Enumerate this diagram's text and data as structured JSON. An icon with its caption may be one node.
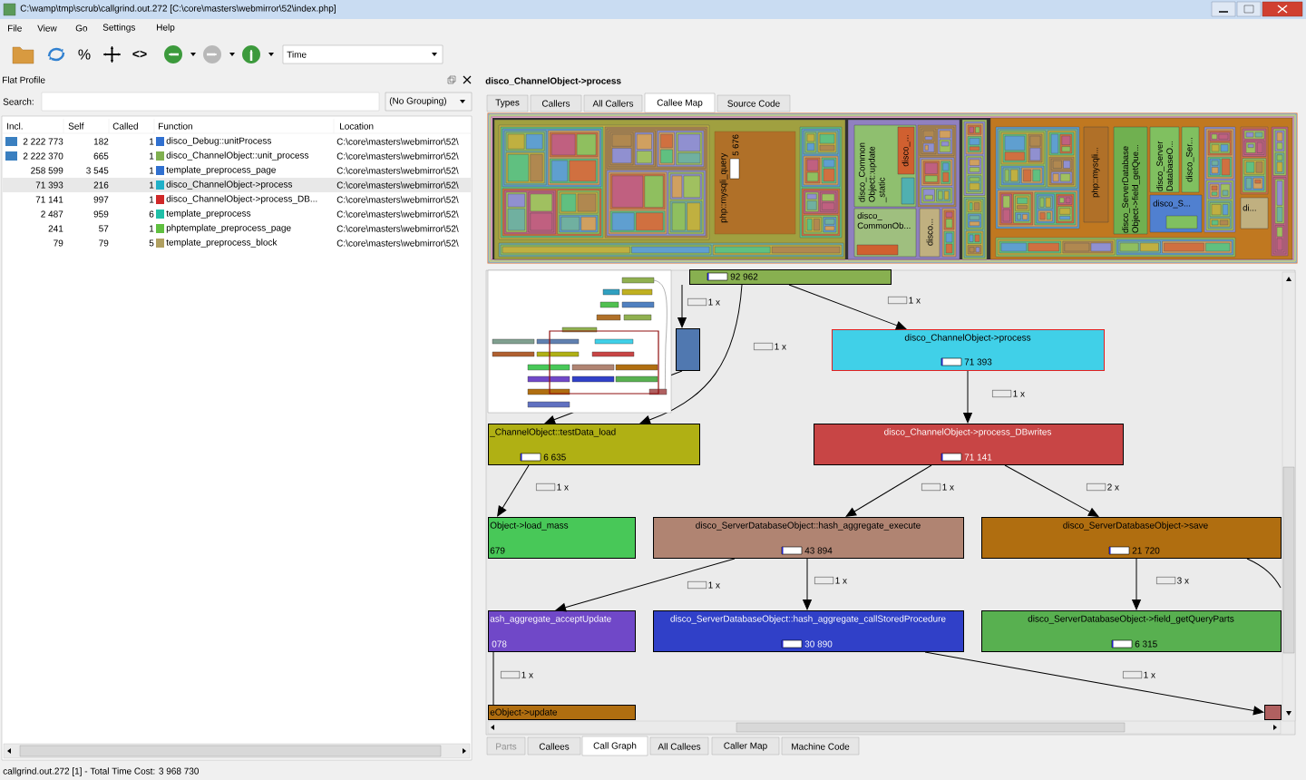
{
  "diagram": {
    "title": "C:\\wamp\\tmp\\scrub\\callgrind.out.272 [C:\\core\\masters\\webmirror\\52\\index.php]",
    "nodes": [
      {
        "text": [
          "92 962"
        ]
      },
      {
        "text": [],
        "shape": "box"
      },
      {
        "text": [
          "_ChannelObject::testData_load",
          "6 635"
        ]
      },
      {
        "text": [
          "disco_ChannelObject->process",
          "71 393"
        ]
      },
      {
        "text": [
          "disco_ChannelObject->process_DBwrites",
          "71 141"
        ]
      },
      {
        "text": [
          "Object->load_mass",
          "679"
        ]
      },
      {
        "text": [
          "disco_ServerDatabaseObject::hash_aggregate_execute",
          "43 894"
        ]
      },
      {
        "text": [
          "disco_ServerDatabaseObject->save",
          "21 720"
        ]
      },
      {
        "text": [
          "ash_aggregate_acceptUpdate",
          "078"
        ]
      },
      {
        "text": [
          "disco_ServerDatabaseObject::hash_aggregate_callStoredProcedure",
          "30 890"
        ]
      },
      {
        "text": [
          "disco_ServerDatabaseObject->field_getQueryParts",
          "6 315"
        ]
      },
      {
        "text": [
          "eObject->update"
        ]
      },
      {
        "text": [],
        "shape": "box"
      }
    ],
    "edges": [
      {
        "from": 0,
        "to": 3,
        "arrow": "to",
        "label": "1 x"
      },
      {
        "from": 0,
        "to": 2,
        "arrow": "to",
        "label": "1 x"
      },
      {
        "from": 0,
        "to": 1,
        "arrow": "to",
        "label": "1 x"
      },
      {
        "from": 1,
        "to": 2,
        "arrow": "to"
      },
      {
        "from": 3,
        "to": 4,
        "arrow": "to",
        "label": "1 x"
      },
      {
        "from": 2,
        "to": 5,
        "arrow": "to",
        "label": "1 x"
      },
      {
        "from": 4,
        "to": 6,
        "arrow": "to",
        "label": "1 x"
      },
      {
        "from": 4,
        "to": 7,
        "arrow": "to",
        "label": "2 x"
      },
      {
        "from": 6,
        "to": 8,
        "arrow": "to",
        "label": "1 x"
      },
      {
        "from": 6,
        "to": 9,
        "arrow": "to",
        "label": "1 x"
      },
      {
        "from": 7,
        "to": 10,
        "arrow": "to",
        "label": "3 x"
      },
      {
        "from": 9,
        "to": 12,
        "arrow": "to",
        "label": "1 x"
      },
      {
        "from": 8,
        "to": 11,
        "arrow": "none",
        "label": "1 x"
      },
      {
        "from": 7,
        "to": null,
        "arrow": "none"
      }
    ],
    "labels": [
      "File",
      "View",
      "Go",
      "Settings",
      "Help",
      "%",
      "<>",
      "Time",
      "Flat Profile",
      "Search:",
      "(No Grouping)",
      "Incl.",
      "Self",
      "Called",
      "Function",
      "Location",
      "2 222 773",
      "182",
      "1",
      "disco_Debug::unitProcess",
      "C:\\core\\masters\\webmirror\\52\\",
      "2 222 370",
      "665",
      "1",
      "disco_ChannelObject::unit_process",
      "C:\\core\\masters\\webmirror\\52\\",
      "258 599",
      "3 545",
      "1",
      "template_preprocess_page",
      "C:\\core\\masters\\webmirror\\52\\",
      "71 393",
      "216",
      "1",
      "disco_ChannelObject->process",
      "C:\\core\\masters\\webmirror\\52\\",
      "71 141",
      "997",
      "1",
      "disco_ChannelObject->process_DB...",
      "C:\\core\\masters\\webmirror\\52\\",
      "2 487",
      "959",
      "6",
      "template_preprocess",
      "C:\\core\\masters\\webmirror\\52\\",
      "241",
      "57",
      "1",
      "phptemplate_preprocess_page",
      "C:\\core\\masters\\webmirror\\52\\",
      "79",
      "79",
      "5",
      "template_preprocess_block",
      "C:\\core\\masters\\webmirror\\52\\",
      "disco_ChannelObject->process",
      "Types",
      "Callers",
      "All Callers",
      "Callee Map",
      "Source Code",
      "php::mysqli_query",
      "5 676",
      "disco_Common Object::update _static",
      "disco_...",
      "disco_ CommonOb...",
      "disco...",
      "php::mysqli...",
      "disco_ServerDatabase Object->field_getQue...",
      "disco_Server DatabaseO...",
      "disco_Ser...",
      "disco_S...",
      "di...",
      "Parts",
      "Callees",
      "Call Graph",
      "All Callees",
      "Caller Map",
      "Machine Code",
      "callgrind.out.272 [1] - Total Time Cost: 3 968 730"
    ]
  }
}
